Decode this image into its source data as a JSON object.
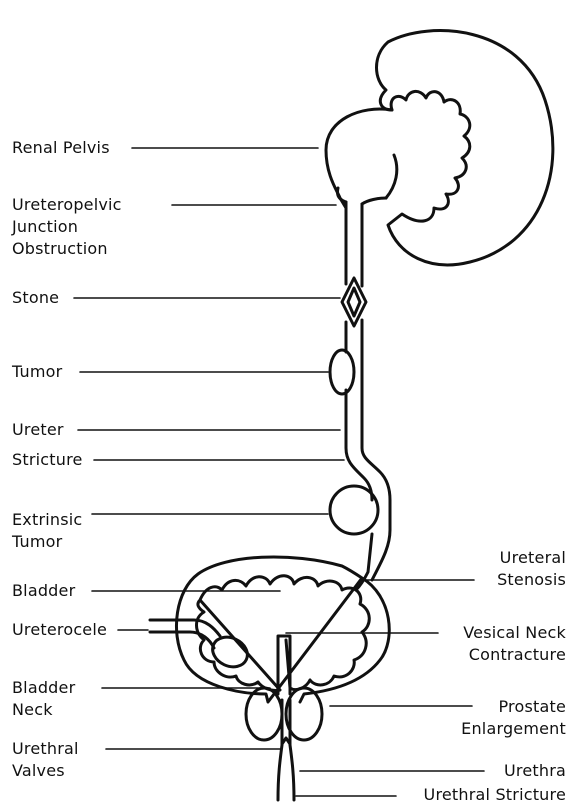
{
  "labels": {
    "renal_pelvis": "Renal Pelvis",
    "upj_obstruction": [
      "Ureteropelvic",
      "Junction",
      "Obstruction"
    ],
    "stone": "Stone",
    "tumor": "Tumor",
    "ureter": "Ureter",
    "stricture": "Stricture",
    "extrinsic_tumor": [
      "Extrinsic",
      "Tumor"
    ],
    "bladder": "Bladder",
    "ureterocele": "Ureterocele",
    "bladder_neck": [
      "Bladder",
      "Neck"
    ],
    "urethral_valves": [
      "Urethral",
      "Valves"
    ],
    "ureteral_stenosis": [
      "Ureteral",
      "Stenosis"
    ],
    "vesical_neck_contracture": [
      "Vesical Neck",
      "Contracture"
    ],
    "prostate_enlargement": [
      "Prostate",
      "Enlargement"
    ],
    "urethra": "Urethra",
    "urethral_stricture": "Urethral Stricture"
  }
}
